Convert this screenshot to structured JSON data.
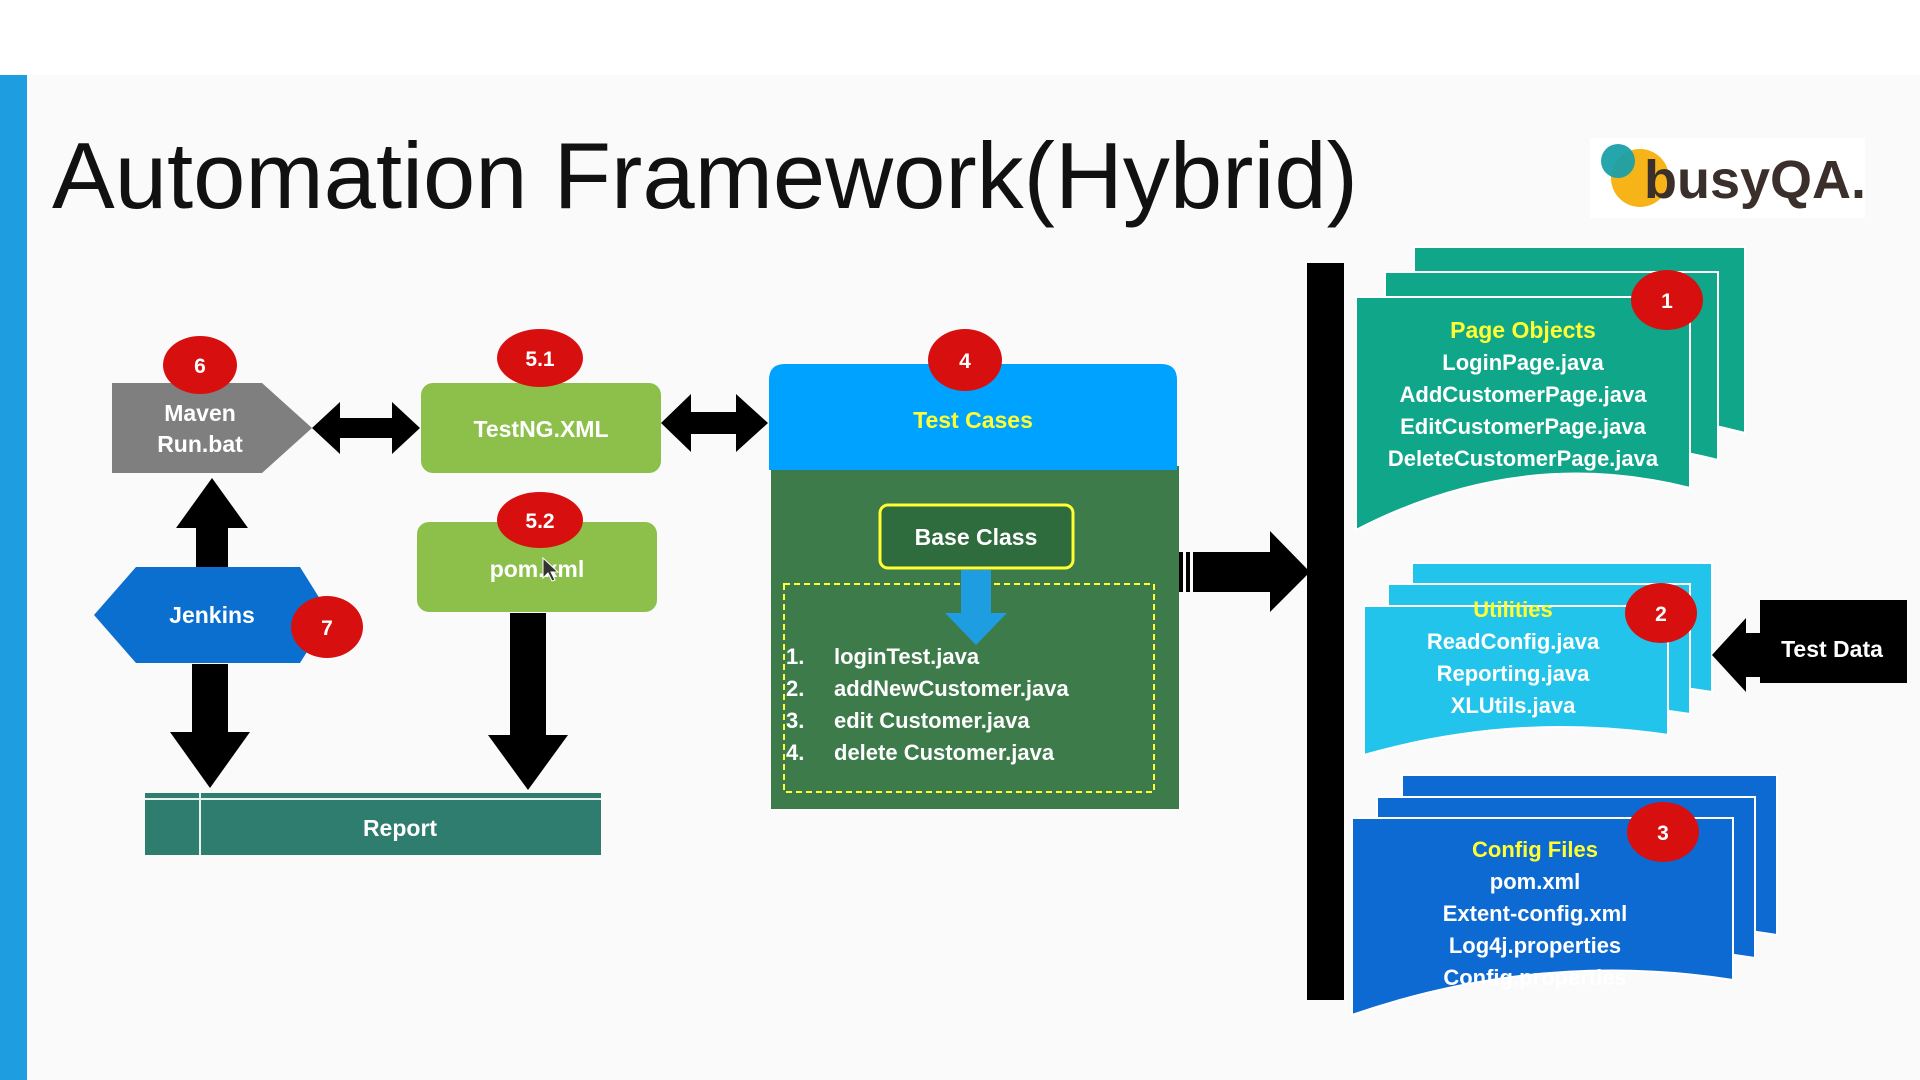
{
  "title": "Automation Framework(Hybrid)",
  "logo": {
    "text": "busyQA.",
    "colors": {
      "teal": "#1aa0a8",
      "orange": "#f6b419",
      "text": "#3a2f2a"
    }
  },
  "colors": {
    "side_bar": "#1e9de0",
    "maven": "#7f7f7f",
    "green_light": "#8cc04a",
    "test_cases_header": "#00a2ff",
    "test_cases_body": "#3e7b4a",
    "report": "#2e7d6e",
    "jenkins": "#0b6fcf",
    "page_objects": "#10a68a",
    "utilities": "#22c4ec",
    "config": "#0c6ad2",
    "badge": "#d80f0f",
    "highlight_text": "#ffff33"
  },
  "nodes": {
    "maven": {
      "label_line1": "Maven",
      "label_line2": "Run.bat",
      "badge": "6"
    },
    "testng": {
      "label": "TestNG.XML",
      "badge": "5.1"
    },
    "pom": {
      "label": "pom.xml",
      "badge": "5.2"
    },
    "jenkins": {
      "label": "Jenkins",
      "badge": "7"
    },
    "report": {
      "label": "Report"
    },
    "test_cases": {
      "header": "Test Cases",
      "badge": "4",
      "base_class": "Base Class",
      "tests": [
        {
          "num": "1.",
          "name": "loginTest.java"
        },
        {
          "num": "2.",
          "name": "addNewCustomer.java"
        },
        {
          "num": "3.",
          "name": "edit Customer.java"
        },
        {
          "num": "4.",
          "name": "delete Customer.java"
        }
      ]
    },
    "page_objects": {
      "title": "Page Objects",
      "badge": "1",
      "items": [
        "LoginPage.java",
        "AddCustomerPage.java",
        "EditCustomerPage.java",
        "DeleteCustomerPage.java"
      ]
    },
    "utilities": {
      "title": "Utilities",
      "badge": "2",
      "items": [
        "ReadConfig.java",
        "Reporting.java",
        "XLUtils.java"
      ]
    },
    "config_files": {
      "title": "Config Files",
      "badge": "3",
      "items": [
        "pom.xml",
        "Extent-config.xml",
        "Log4j.properties",
        "Config.properties"
      ]
    },
    "test_data": {
      "label": "Test Data"
    }
  }
}
